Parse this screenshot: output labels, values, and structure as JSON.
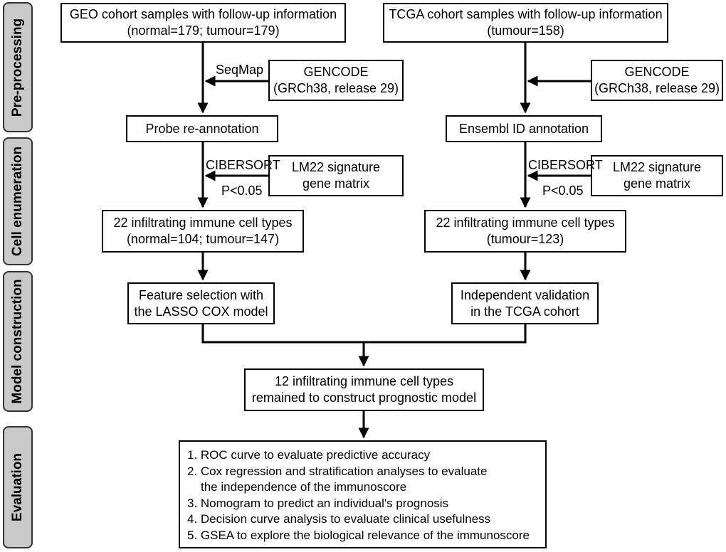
{
  "stages": [
    "Pre-processing",
    "Cell enumeration",
    "Model construction",
    "Evaluation"
  ],
  "geo_branch": {
    "source": [
      "GEO cohort samples with follow-up information",
      "(normal=179; tumour=179)"
    ],
    "side_source": [
      "GENCODE",
      "(GRCh38, release 29)"
    ],
    "tool_label": "SeqMap",
    "annotation": "Probe re-annotation",
    "signature": [
      "LM22  signature",
      "gene matrix"
    ],
    "cibersort_label": "CIBERSORT",
    "p_label": "P<0.05",
    "cell_types": [
      "22 infiltrating immune cell types",
      "(normal=104; tumour=147)"
    ],
    "model": [
      "Feature selection with",
      "the LASSO COX model"
    ]
  },
  "tcga_branch": {
    "source": [
      "TCGA cohort samples with follow-up information",
      "(tumour=158)"
    ],
    "side_source": [
      "GENCODE",
      "(GRCh38, release 29)"
    ],
    "annotation": "Ensembl ID annotation",
    "signature": [
      "LM22  signature",
      "gene matrix"
    ],
    "cibersort_label": "CIBERSORT",
    "p_label": "P<0.05",
    "cell_types": [
      "22 infiltrating immune cell types",
      "(tumour=123)"
    ],
    "validation": [
      "Independent validation",
      "in the TCGA cohort"
    ]
  },
  "merged": [
    "12 infiltrating immune cell types",
    "remained to construct prognostic model"
  ],
  "evaluation": {
    "lines": [
      "1. ROC curve to evaluate predictive accuracy",
      "2. Cox regression and stratification analyses to evaluate",
      "the independence of the immunoscore",
      "3. Nomogram to predict an individual's prognosis",
      "4. Decision curve analysis to evaluate clinical usefulness",
      "5. GSEA to explore the biological relevance of the immunoscore"
    ]
  }
}
